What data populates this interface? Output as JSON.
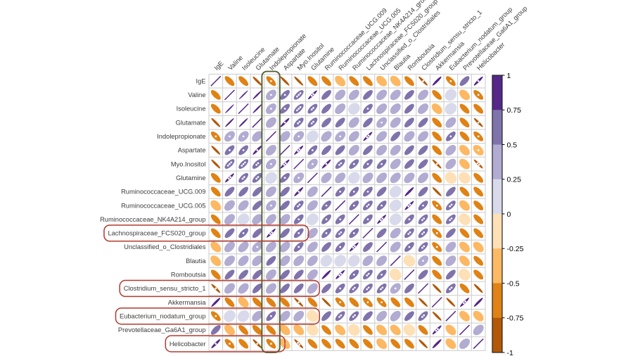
{
  "chart_data": {
    "type": "heatmap",
    "subtype": "correlation-ellipse-matrix",
    "title": "",
    "variables": [
      "IgE",
      "Valine",
      "Isoleucine",
      "Glutamate",
      "Indolepropionate",
      "Aspartate",
      "Myo.Inositol",
      "Glutamine",
      "Ruminococcaceae_UCG.009",
      "Ruminococcaceae_UCG.005",
      "Ruminococcaceae_NK4A214_group",
      "Lachnospiraceae_FCS020_group",
      "Unclassified_o_Clostridiales",
      "Blautia",
      "Romboutsia",
      "Clostridium_sensu_stricto_1",
      "Akkermansia",
      "Eubacterium_nodatum_group",
      "Prevotellaceae_Ga6A1_group",
      "Helicobacter"
    ],
    "diagonal_value": 1,
    "upper_triangle": [
      [
        -0.6,
        -0.6,
        -0.85,
        -0.6,
        -0.85,
        -0.85,
        -0.6,
        -0.6,
        -0.4,
        -0.6,
        -0.6,
        -0.4,
        -0.4,
        -0.6,
        -0.85,
        0.85,
        -0.6,
        0.6,
        0.85
      ],
      [
        0.95,
        0.9,
        0.4,
        0.6,
        0.6,
        0.85,
        0.6,
        0.4,
        0.4,
        0.6,
        0.4,
        0.4,
        0.6,
        0.4,
        -0.6,
        0.15,
        -0.4,
        -0.6
      ],
      [
        0.9,
        0.4,
        0.6,
        0.6,
        0.6,
        0.6,
        0.4,
        0.15,
        0.6,
        0.4,
        0.4,
        0.6,
        0.4,
        -0.4,
        0.15,
        -0.6,
        -0.6
      ],
      [
        0.4,
        0.85,
        0.6,
        0.6,
        0.6,
        0.6,
        0.4,
        0.6,
        0.4,
        0.4,
        0.6,
        0.6,
        -0.6,
        0.4,
        -0.6,
        -0.85
      ],
      [
        0.4,
        0.4,
        0.15,
        0.4,
        0.4,
        0.4,
        0.85,
        0.4,
        0.6,
        0.4,
        0.4,
        -0.6,
        0.6,
        -0.6,
        -0.6
      ],
      [
        0.85,
        0.6,
        0.6,
        0.6,
        0.4,
        0.6,
        0.4,
        0.4,
        0.6,
        0.6,
        -0.6,
        0.4,
        -0.4,
        -0.4
      ],
      [
        0.4,
        0.85,
        0.6,
        0.6,
        0.6,
        0.6,
        0.4,
        0.6,
        0.6,
        -0.85,
        0.4,
        -0.4,
        -0.85
      ],
      [
        0.4,
        0.4,
        0.15,
        0.4,
        0.4,
        0.4,
        0.4,
        0.4,
        -0.6,
        -0.15,
        -0.15,
        -0.6
      ],
      [
        0.6,
        0.6,
        0.6,
        0.6,
        0.15,
        0.85,
        0.6,
        -0.85,
        0.6,
        -0.6,
        -0.6
      ],
      [
        0.6,
        0.6,
        0.6,
        0.15,
        0.85,
        0.6,
        -0.6,
        0.6,
        -0.4,
        -0.6
      ],
      [
        0.6,
        0.85,
        0.15,
        0.6,
        0.6,
        -0.6,
        0.6,
        -0.15,
        -0.6
      ],
      [
        0.6,
        0.4,
        0.6,
        0.6,
        -0.6,
        0.6,
        -0.6,
        -0.6
      ],
      [
        0.4,
        0.6,
        0.6,
        -0.6,
        0.4,
        -0.4,
        -0.4
      ],
      [
        -0.15,
        0.4,
        -0.6,
        0.4,
        -0.4,
        -0.6
      ],
      [
        0.6,
        -0.6,
        0.6,
        -0.15,
        -0.6
      ],
      [
        -0.85,
        0.6,
        -0.6,
        -0.85
      ],
      [
        -0.85,
        0.85,
        0.85
      ],
      [
        -0.4,
        -0.4
      ],
      [
        0.4
      ]
    ],
    "significance_dots": {
      "0,4": 1,
      "0,15": 1,
      "0,17": 1,
      "0,19": 1,
      "1,4": 1,
      "1,5": 1,
      "1,6": 3,
      "1,7": 2,
      "1,19": 1,
      "2,4": 1,
      "2,5": 1,
      "2,6": 3,
      "2,7": 2,
      "2,11": 1,
      "3,5": 1,
      "3,6": 2,
      "3,7": 2,
      "3,12": 1,
      "3,19": 1,
      "4,6": 1,
      "4,9": 1,
      "4,11": 2,
      "4,17": 1,
      "4,19": 1,
      "5,6": 2,
      "5,7": 1,
      "5,19": 1,
      "6,7": 1,
      "6,8": 1,
      "6,9": 2,
      "6,10": 1,
      "6,11": 1,
      "6,12": 1,
      "6,16": 1,
      "6,19": 2,
      "8,9": 1,
      "8,10": 1,
      "8,11": 1,
      "9,10": 1,
      "9,11": 2,
      "9,12": 1,
      "9,14": 2,
      "9,15": 1,
      "9,16": 1,
      "9,17": 2,
      "10,11": 1,
      "10,12": 2,
      "10,14": 1,
      "10,15": 2,
      "10,17": 2,
      "11,14": 2,
      "11,15": 2,
      "11,16": 1,
      "12,14": 1,
      "12,15": 2,
      "12,16": 1,
      "13,15": 1,
      "15,17": 2,
      "16,18": 2
    },
    "colorbar": {
      "range": [
        -1,
        1
      ],
      "tick_labels": [
        "1",
        "0.75",
        "0.5",
        "0.25",
        "0",
        "-0.25",
        "-0.5",
        "-0.75",
        "-1"
      ],
      "segment_colors_top_to_bottom": [
        "#542788",
        "#8073ac",
        "#b2abd2",
        "#d8daeb",
        "#fee0b6",
        "#fdb863",
        "#e08214",
        "#b35806"
      ]
    },
    "highlights": {
      "column_box": {
        "variable": "Indolepropionate",
        "column_index": 4,
        "color": "#4a5b2a"
      },
      "row_boxes": [
        {
          "variable": "Lachnospiraceae_FCS020_group",
          "row_index": 11,
          "cols_spanned": 7.2,
          "color": "#b5382d"
        },
        {
          "variable": "Clostridium_sensu_stricto_1",
          "row_index": 15,
          "cols_spanned": 8,
          "color": "#b5382d"
        },
        {
          "variable": "Eubacterium_nodatum_group",
          "row_index": 17,
          "cols_spanned": 8,
          "color": "#b5382d"
        },
        {
          "variable": "Helicobacter",
          "row_index": 19,
          "cols_spanned": 5.5,
          "color": "#b5382d"
        }
      ]
    },
    "positive_diagonal_color": "#542788",
    "grid_color": "#cbcbcb",
    "label_color": "#3c3c3c",
    "dot_color": "#ffffff"
  }
}
